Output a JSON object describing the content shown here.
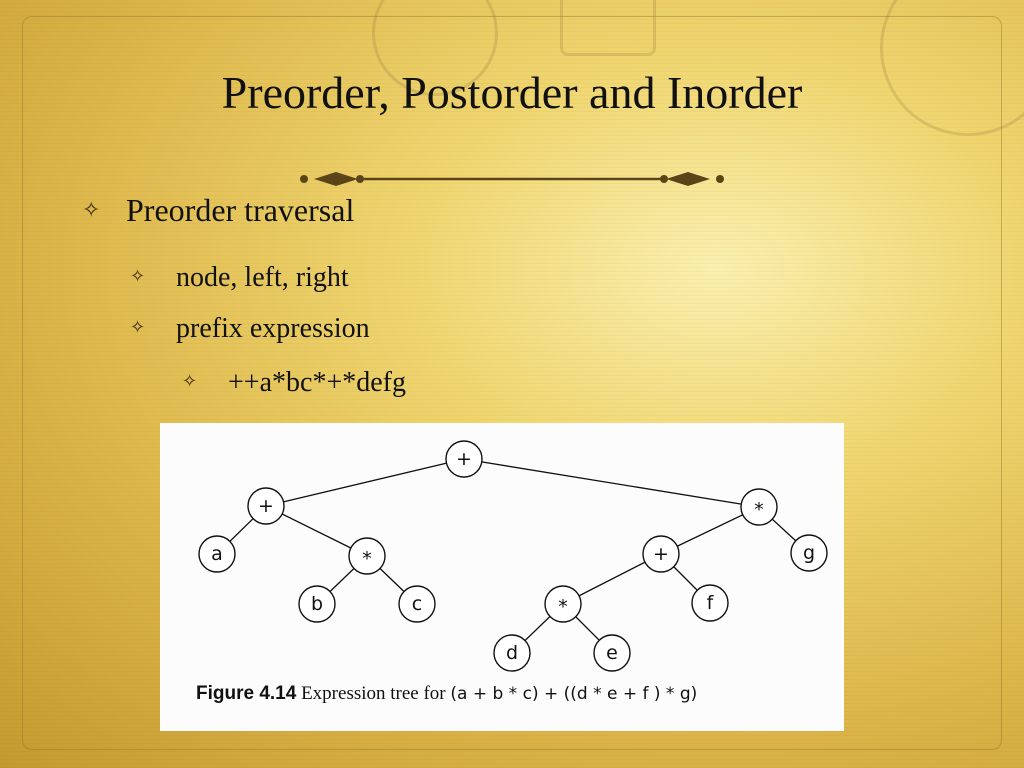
{
  "slide": {
    "title": "Preorder, Postorder and Inorder",
    "bullets": {
      "level1": "Preorder traversal",
      "level2": [
        "node, left, right",
        "prefix expression"
      ],
      "level3": "++a*bc*+*defg"
    },
    "bullet_icon": "four-point-star-icon",
    "divider_icon": "ornamental-divider-icon"
  },
  "figure": {
    "caption_number": "Figure 4.14",
    "caption_text": "Expression tree for",
    "caption_expression": "(a + b * c) + ((d * e + f ) * g)"
  },
  "tree": {
    "nodes": [
      {
        "id": "n1",
        "label": "+"
      },
      {
        "id": "n2",
        "label": "+"
      },
      {
        "id": "n3",
        "label": "*"
      },
      {
        "id": "n4",
        "label": "a"
      },
      {
        "id": "n5",
        "label": "*"
      },
      {
        "id": "n6",
        "label": "+"
      },
      {
        "id": "n7",
        "label": "g"
      },
      {
        "id": "n8",
        "label": "b"
      },
      {
        "id": "n9",
        "label": "c"
      },
      {
        "id": "n10",
        "label": "*"
      },
      {
        "id": "n11",
        "label": "f"
      },
      {
        "id": "n12",
        "label": "d"
      },
      {
        "id": "n13",
        "label": "e"
      }
    ],
    "edges": [
      [
        "n1",
        "n2"
      ],
      [
        "n1",
        "n3"
      ],
      [
        "n2",
        "n4"
      ],
      [
        "n2",
        "n5"
      ],
      [
        "n5",
        "n8"
      ],
      [
        "n5",
        "n9"
      ],
      [
        "n3",
        "n6"
      ],
      [
        "n3",
        "n7"
      ],
      [
        "n6",
        "n10"
      ],
      [
        "n6",
        "n11"
      ],
      [
        "n10",
        "n12"
      ],
      [
        "n10",
        "n13"
      ]
    ]
  },
  "colors": {
    "text": "#111111",
    "ornament": "#5b4418",
    "figure_bg": "#fcfcfc"
  }
}
